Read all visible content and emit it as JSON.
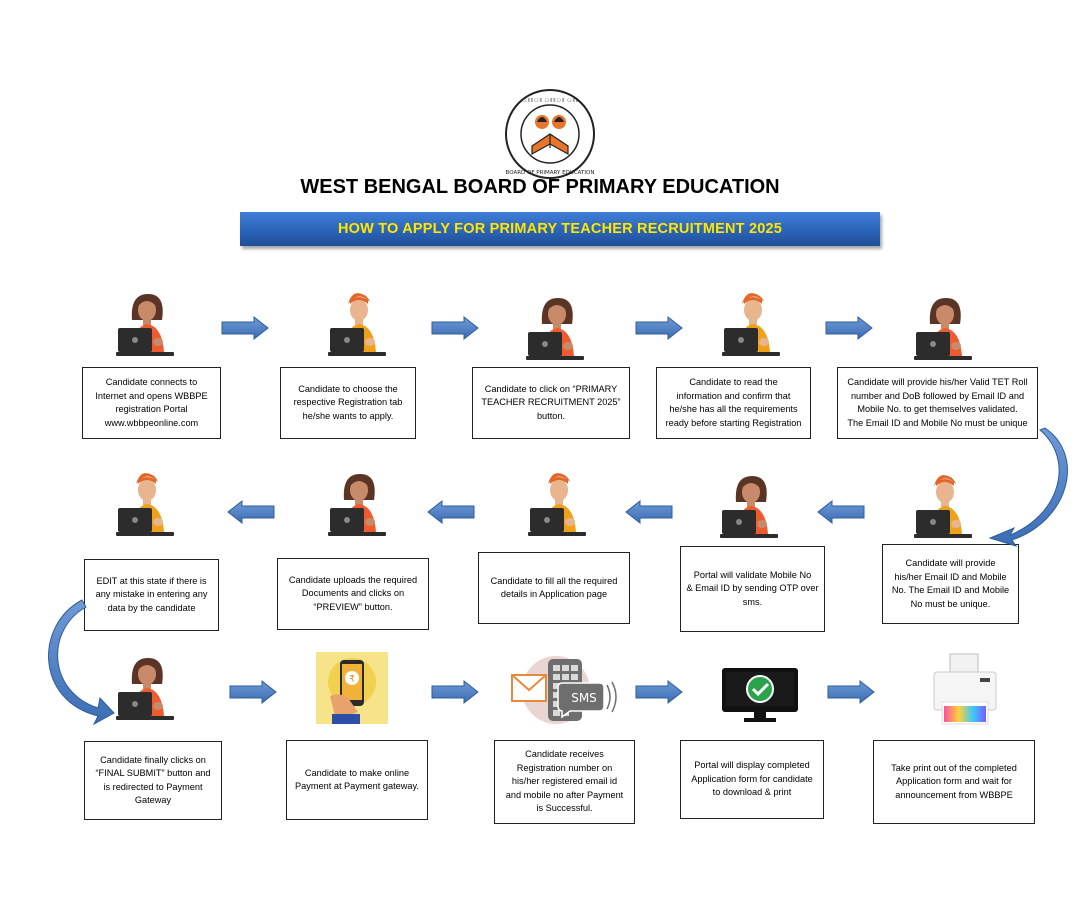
{
  "org_title": "WEST BENGAL BOARD OF PRIMARY EDUCATION",
  "banner_title": "HOW TO APPLY FOR PRIMARY TEACHER RECRUITMENT 2025",
  "logo": {
    "text_top": "পশ্চিমবঙ্গ প্রাথমিক শিক্ষা পর্ষদ",
    "text_bottom": "W B BOARD OF PRIMARY EDUCATION"
  },
  "steps": [
    "Candidate connects to\nInternet and opens WBBPE\nregistration Portal\nwww.wbbpeonline.com",
    "Candidate to choose the\nrespective Registration tab\nhe/she wants to apply.",
    "Candidate to click on “PRIMARY\nTEACHER RECRUITMENT 2025”\nbutton.",
    "Candidate to read the\ninformation and confirm that\nhe/she has all the requirements\nready before starting Registration",
    "Candidate will provide his/her Valid TET Roll\nnumber and DoB followed by Email ID and\nMobile No. to get themselves validated.\nThe Email ID and Mobile No must be unique",
    "Candidate will provide\nhis/her Email ID  and Mobile\nNo. The Email ID  and Mobile\nNo must be unique.",
    "Portal will validate Mobile No\n& Email ID by sending OTP over\nsms.",
    "Candidate to fill all the required\ndetails in Application page",
    "Candidate uploads the required\nDocuments and clicks on\n“PREVIEW” button.",
    "EDIT at this state if there is\nany mistake in entering any\ndata by the candidate",
    "Candidate finally clicks on\n“FINAL SUBMIT” button and\nis redirected to Payment\nGateway",
    "Candidate to make online\nPayment at Payment gateway.",
    "Candidate receives\nRegistration number on\nhis/her registered email id\nand mobile no after Payment\nis Successful.",
    "Portal will display completed\nApplication form for candidate\nto download & print",
    "Take print out of the completed\nApplication form and wait for\nannouncement from WBBPE"
  ],
  "icons": [
    "woman-laptop-icon",
    "man-laptop-icon",
    "woman-laptop-icon",
    "man-laptop-icon",
    "woman-laptop-icon",
    "man-laptop-icon",
    "woman-laptop-icon",
    "man-laptop-icon",
    "woman-laptop-icon",
    "man-laptop-icon",
    "woman-laptop-icon",
    "mobile-payment-icon",
    "sms-email-icon",
    "monitor-check-icon",
    "printer-icon"
  ],
  "sms_label": "SMS",
  "colors": {
    "arrow": "#4a7dbf",
    "banner_text": "#ffe600",
    "banner_bg": "#2b64b8"
  }
}
